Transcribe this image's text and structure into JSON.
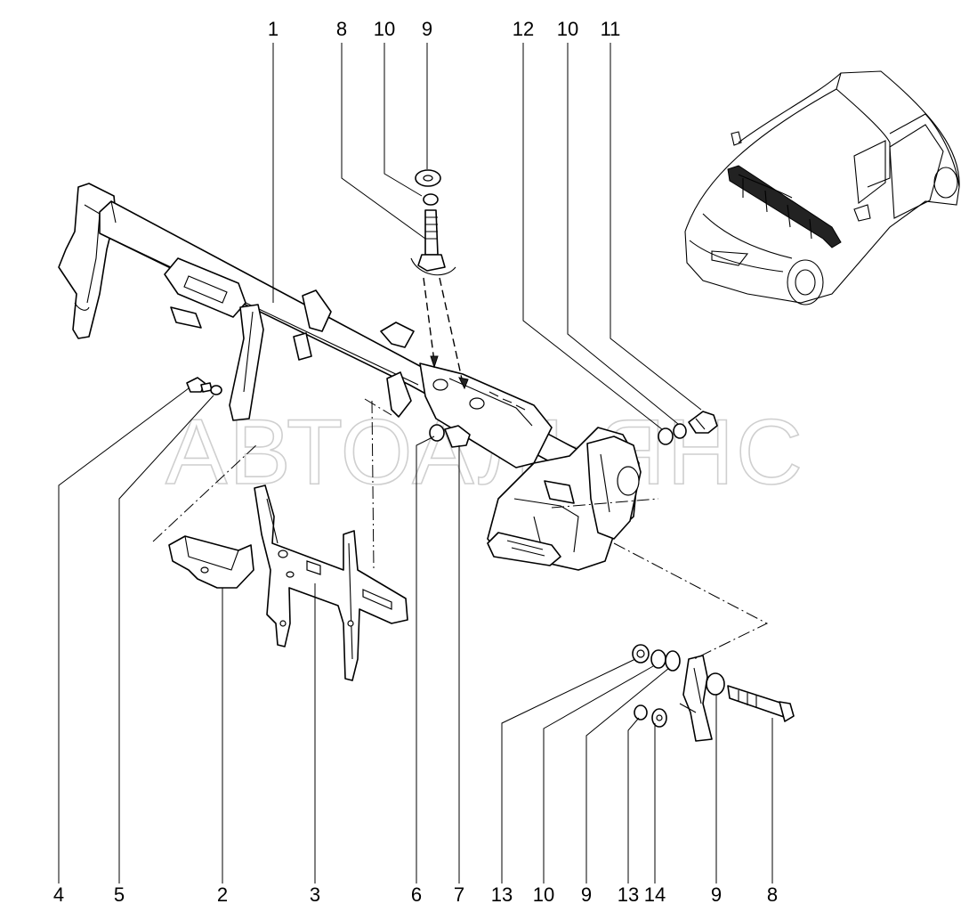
{
  "watermark": "АВТОАЛЬЯНС",
  "callouts_top": [
    "1",
    "8",
    "10",
    "9",
    "12",
    "10",
    "11"
  ],
  "callouts_bottom": [
    "4",
    "5",
    "2",
    "3",
    "6",
    "7",
    "13",
    "10",
    "9",
    "13",
    "14",
    "9",
    "8"
  ]
}
